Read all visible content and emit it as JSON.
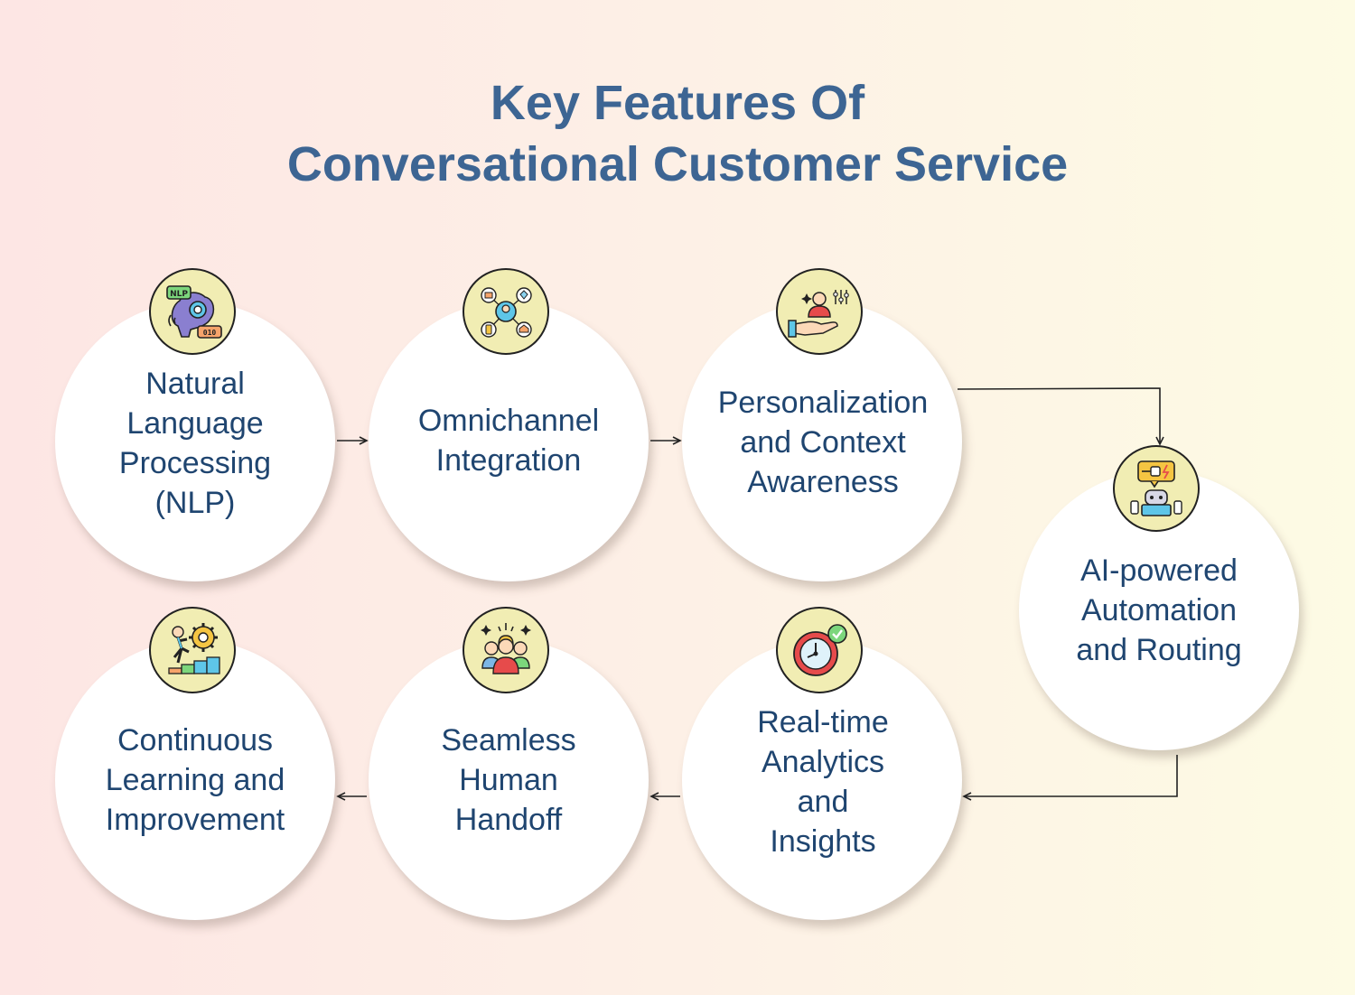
{
  "title": {
    "line1": "Key Features Of",
    "line2": "Conversational Customer Service"
  },
  "features": [
    {
      "lines": [
        "Natural",
        "Language",
        "Processing",
        "(NLP)"
      ],
      "icon": "nlp-brain-gear-icon"
    },
    {
      "lines": [
        "Omnichannel",
        "Integration"
      ],
      "icon": "omnichannel-network-icon"
    },
    {
      "lines": [
        "Personalization",
        "and Context",
        "Awareness"
      ],
      "icon": "personalization-hand-icon"
    },
    {
      "lines": [
        "AI-powered",
        "Automation",
        "and Routing"
      ],
      "icon": "robot-automation-icon"
    },
    {
      "lines": [
        "Real-time",
        "Analytics",
        "and",
        "Insights"
      ],
      "icon": "clock-check-icon"
    },
    {
      "lines": [
        "Seamless",
        "Human",
        "Handoff"
      ],
      "icon": "team-handoff-icon"
    },
    {
      "lines": [
        "Continuous",
        "Learning and",
        "Improvement"
      ],
      "icon": "steps-gear-icon"
    }
  ],
  "colors": {
    "title": "#3d6593",
    "label": "#1f4570",
    "icon_fill": "#f1edb3"
  }
}
